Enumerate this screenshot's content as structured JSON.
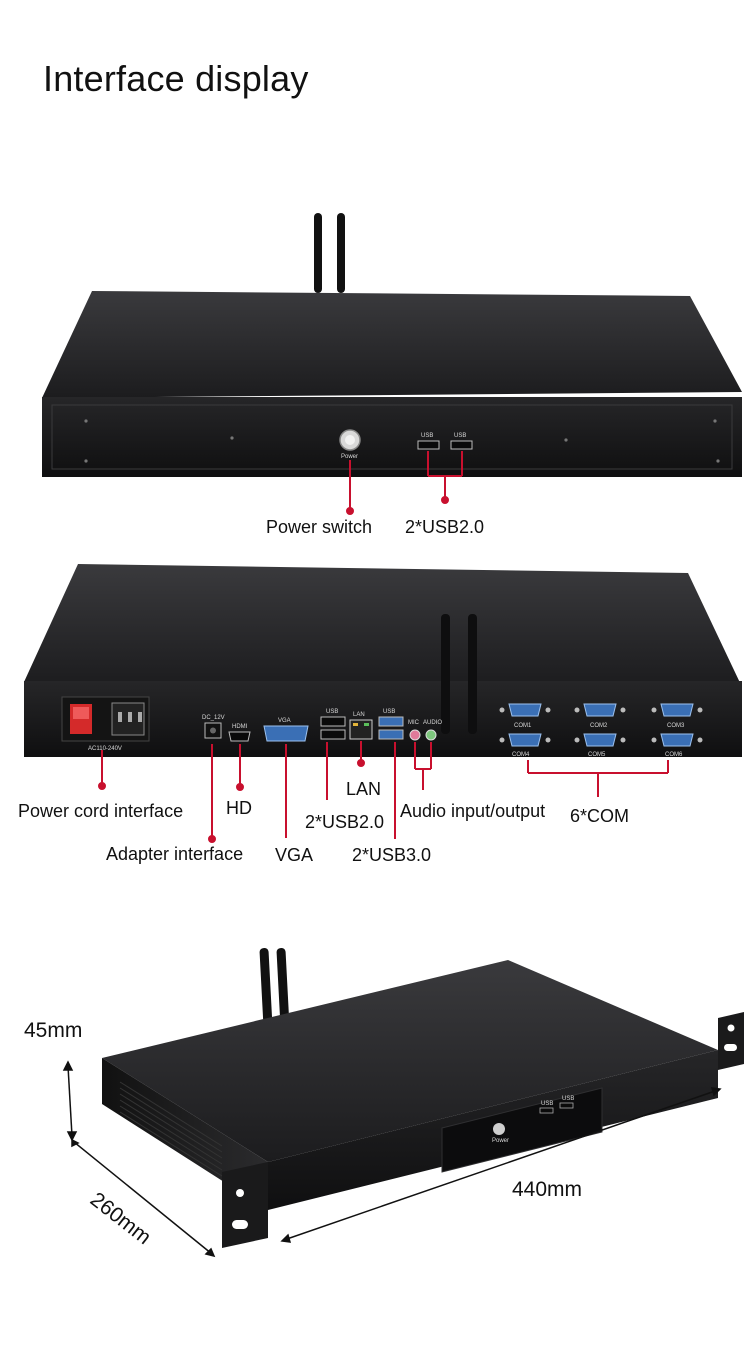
{
  "title": "Interface display",
  "front_panel": {
    "power_text": "Power",
    "usb_port_label": "USB",
    "callouts": {
      "power_switch": "Power switch",
      "usb2": "2*USB2.0"
    }
  },
  "rear_panel": {
    "port_texts": {
      "ac": "AC110-240V",
      "dc": "DC_12V",
      "hdmi": "HDMI",
      "vga": "VGA",
      "usb": "USB",
      "lan": "LAN",
      "mic": "MIC",
      "audio": "AUDIO",
      "com": [
        "COM1",
        "COM2",
        "COM3",
        "COM4",
        "COM5",
        "COM6"
      ]
    },
    "callouts": {
      "power_cord": "Power cord interface",
      "adapter": "Adapter interface",
      "hd": "HD",
      "vga": "VGA",
      "usb2": "2*USB2.0",
      "lan": "LAN",
      "usb3": "2*USB3.0",
      "audio": "Audio input/output",
      "com": "6*COM"
    }
  },
  "dimensions": {
    "height": "45mm",
    "depth": "260mm",
    "width": "440mm"
  },
  "colors": {
    "chassis": "#1f1f21",
    "chassis_top": "#2c2c2e",
    "callout_line": "#c8102e",
    "port_blue": "#3a6fb5",
    "rocker_red": "#d42a2a"
  }
}
